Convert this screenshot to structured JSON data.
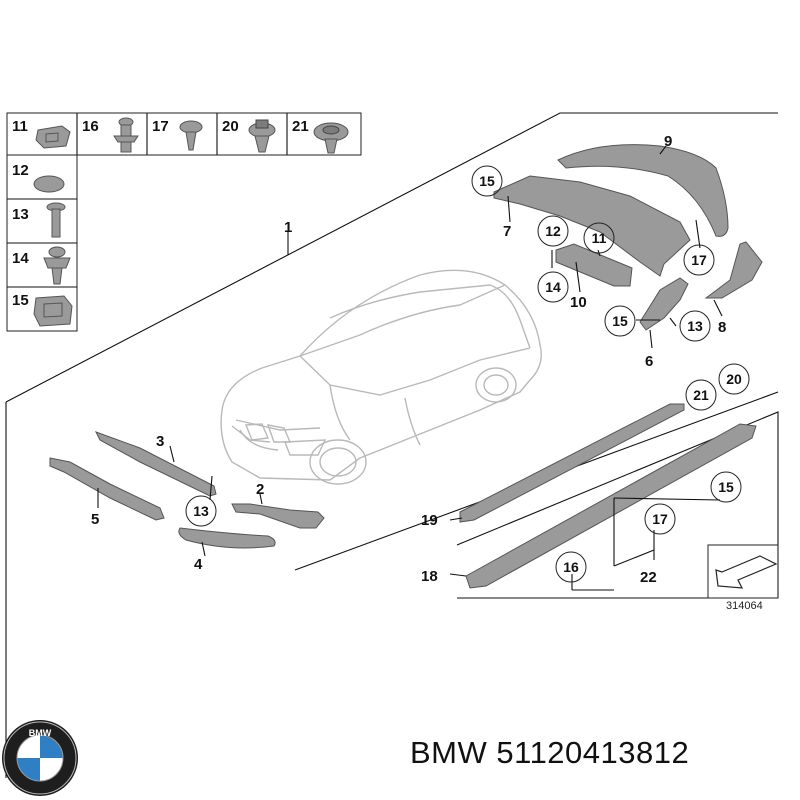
{
  "hardware_labels": [
    "11",
    "16",
    "17",
    "20",
    "21",
    "12",
    "13",
    "14",
    "15"
  ],
  "callouts": {
    "c1": "1",
    "c2": "2",
    "c3": "3",
    "c4": "4",
    "c5": "5",
    "c6": "6",
    "c7": "7",
    "c8": "8",
    "c9": "9",
    "c10": "10",
    "c18": "18",
    "c19": "19",
    "c22": "22"
  },
  "circled_callouts": {
    "rear_15": "15",
    "rear_12": "12",
    "rear_11": "11",
    "rear_14": "14",
    "rear_17": "17",
    "rear_15b": "15",
    "rear_13": "13",
    "front_13": "13",
    "sill_21": "21",
    "sill_20": "20",
    "sill_15": "15",
    "sill_17": "17",
    "sill_16": "16"
  },
  "diagram_number": "314064",
  "brand_logo_text": "BMW",
  "footer": {
    "brand": "BMW",
    "part_number": "51120413812"
  },
  "colors": {
    "part_fill": "#9a9a9a",
    "car_outline": "#b9b9b9",
    "line": "#111111"
  }
}
